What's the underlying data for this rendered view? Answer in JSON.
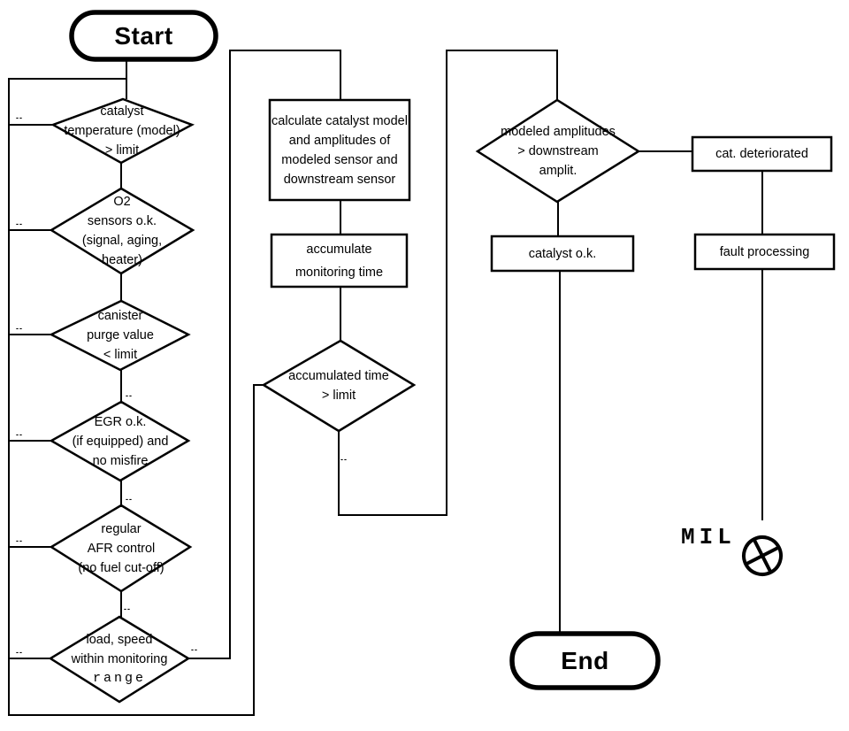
{
  "colors": {
    "ink": "#000000",
    "background": "#ffffff"
  },
  "nodes": {
    "start": {
      "label": "Start"
    },
    "end": {
      "label": "End"
    },
    "decision_catalyst_temperature": {
      "lines": [
        "catalyst",
        "temperature (model)",
        "> limit"
      ]
    },
    "decision_o2_sensors": {
      "lines": [
        "O2",
        "sensors o.k.",
        "(signal, aging,",
        "heater)"
      ]
    },
    "decision_canister_purge": {
      "lines": [
        "canister",
        "purge value",
        "< limit"
      ]
    },
    "decision_egr": {
      "lines": [
        "EGR o.k.",
        "(if equipped) and",
        "no misfire"
      ]
    },
    "decision_afr_control": {
      "lines": [
        "regular",
        "AFR control",
        "(no fuel cut-off)"
      ]
    },
    "decision_load_speed": {
      "lines": [
        "load, speed",
        "within monitoring",
        "range"
      ]
    },
    "process_calculate_model": {
      "lines": [
        "calculate catalyst model",
        "and amplitudes of",
        "modeled sensor and",
        "downstream sensor"
      ]
    },
    "process_accumulate_time": {
      "lines": [
        "accumulate",
        "monitoring time"
      ]
    },
    "decision_accumulated_time": {
      "lines": [
        "accumulated time",
        "> limit"
      ]
    },
    "decision_modeled_amplitudes": {
      "lines": [
        "modeled amplitudes",
        "> downstream",
        "amplit."
      ]
    },
    "process_catalyst_ok": {
      "label": "catalyst o.k."
    },
    "process_cat_deteriorated": {
      "label": "cat. deteriorated"
    },
    "process_fault_processing": {
      "label": "fault processing"
    },
    "mil": {
      "label": "MIL"
    }
  },
  "branch_labels": {
    "catalyst_temperature_no": "--",
    "o2_sensors_no": "--",
    "canister_purge_no": "--",
    "egr_no": "--",
    "afr_control_no": "--",
    "load_speed_no": "--",
    "canister_purge_yes": "--",
    "egr_yes": "--",
    "afr_control_yes": "--",
    "load_speed_yes": "--",
    "accumulated_time_no": "--"
  }
}
